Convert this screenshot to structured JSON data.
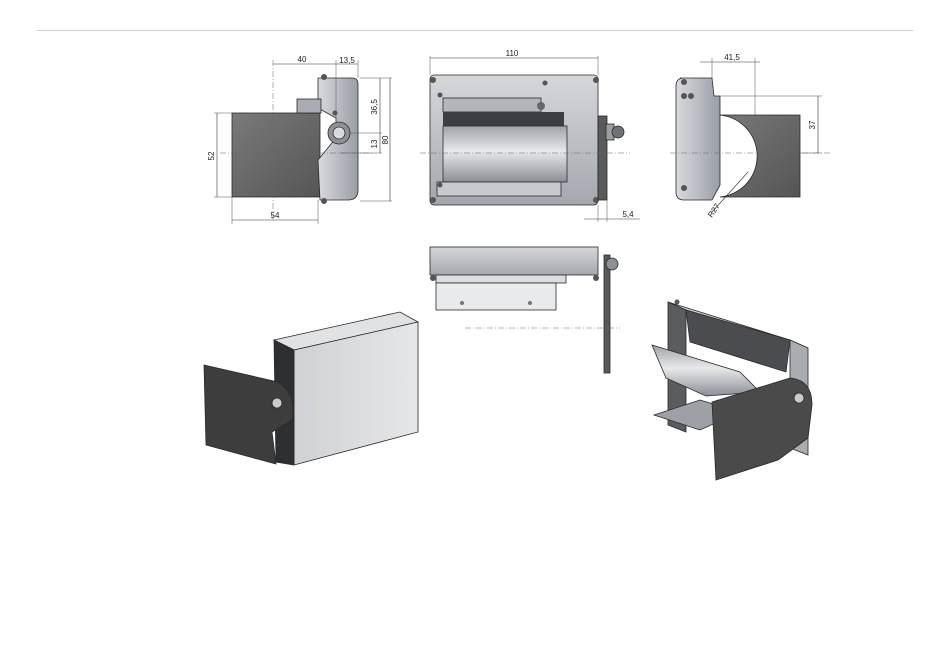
{
  "dimensions": {
    "side_width": "40",
    "side_offset": "13,5",
    "side_height_upper": "36,5",
    "side_height_lower": "13",
    "side_total_height": "80",
    "flap_height": "52",
    "flap_width": "54",
    "front_width": "110",
    "front_offset": "5,4",
    "right_width": "41,5",
    "right_height": "37",
    "right_radius": "R27"
  },
  "colors": {
    "body_light": "#c4c7cc",
    "body_dark": "#8f939a",
    "flap": "#6b6b6b",
    "flap_dark": "#3a3a3a",
    "dimension": "#333333"
  }
}
